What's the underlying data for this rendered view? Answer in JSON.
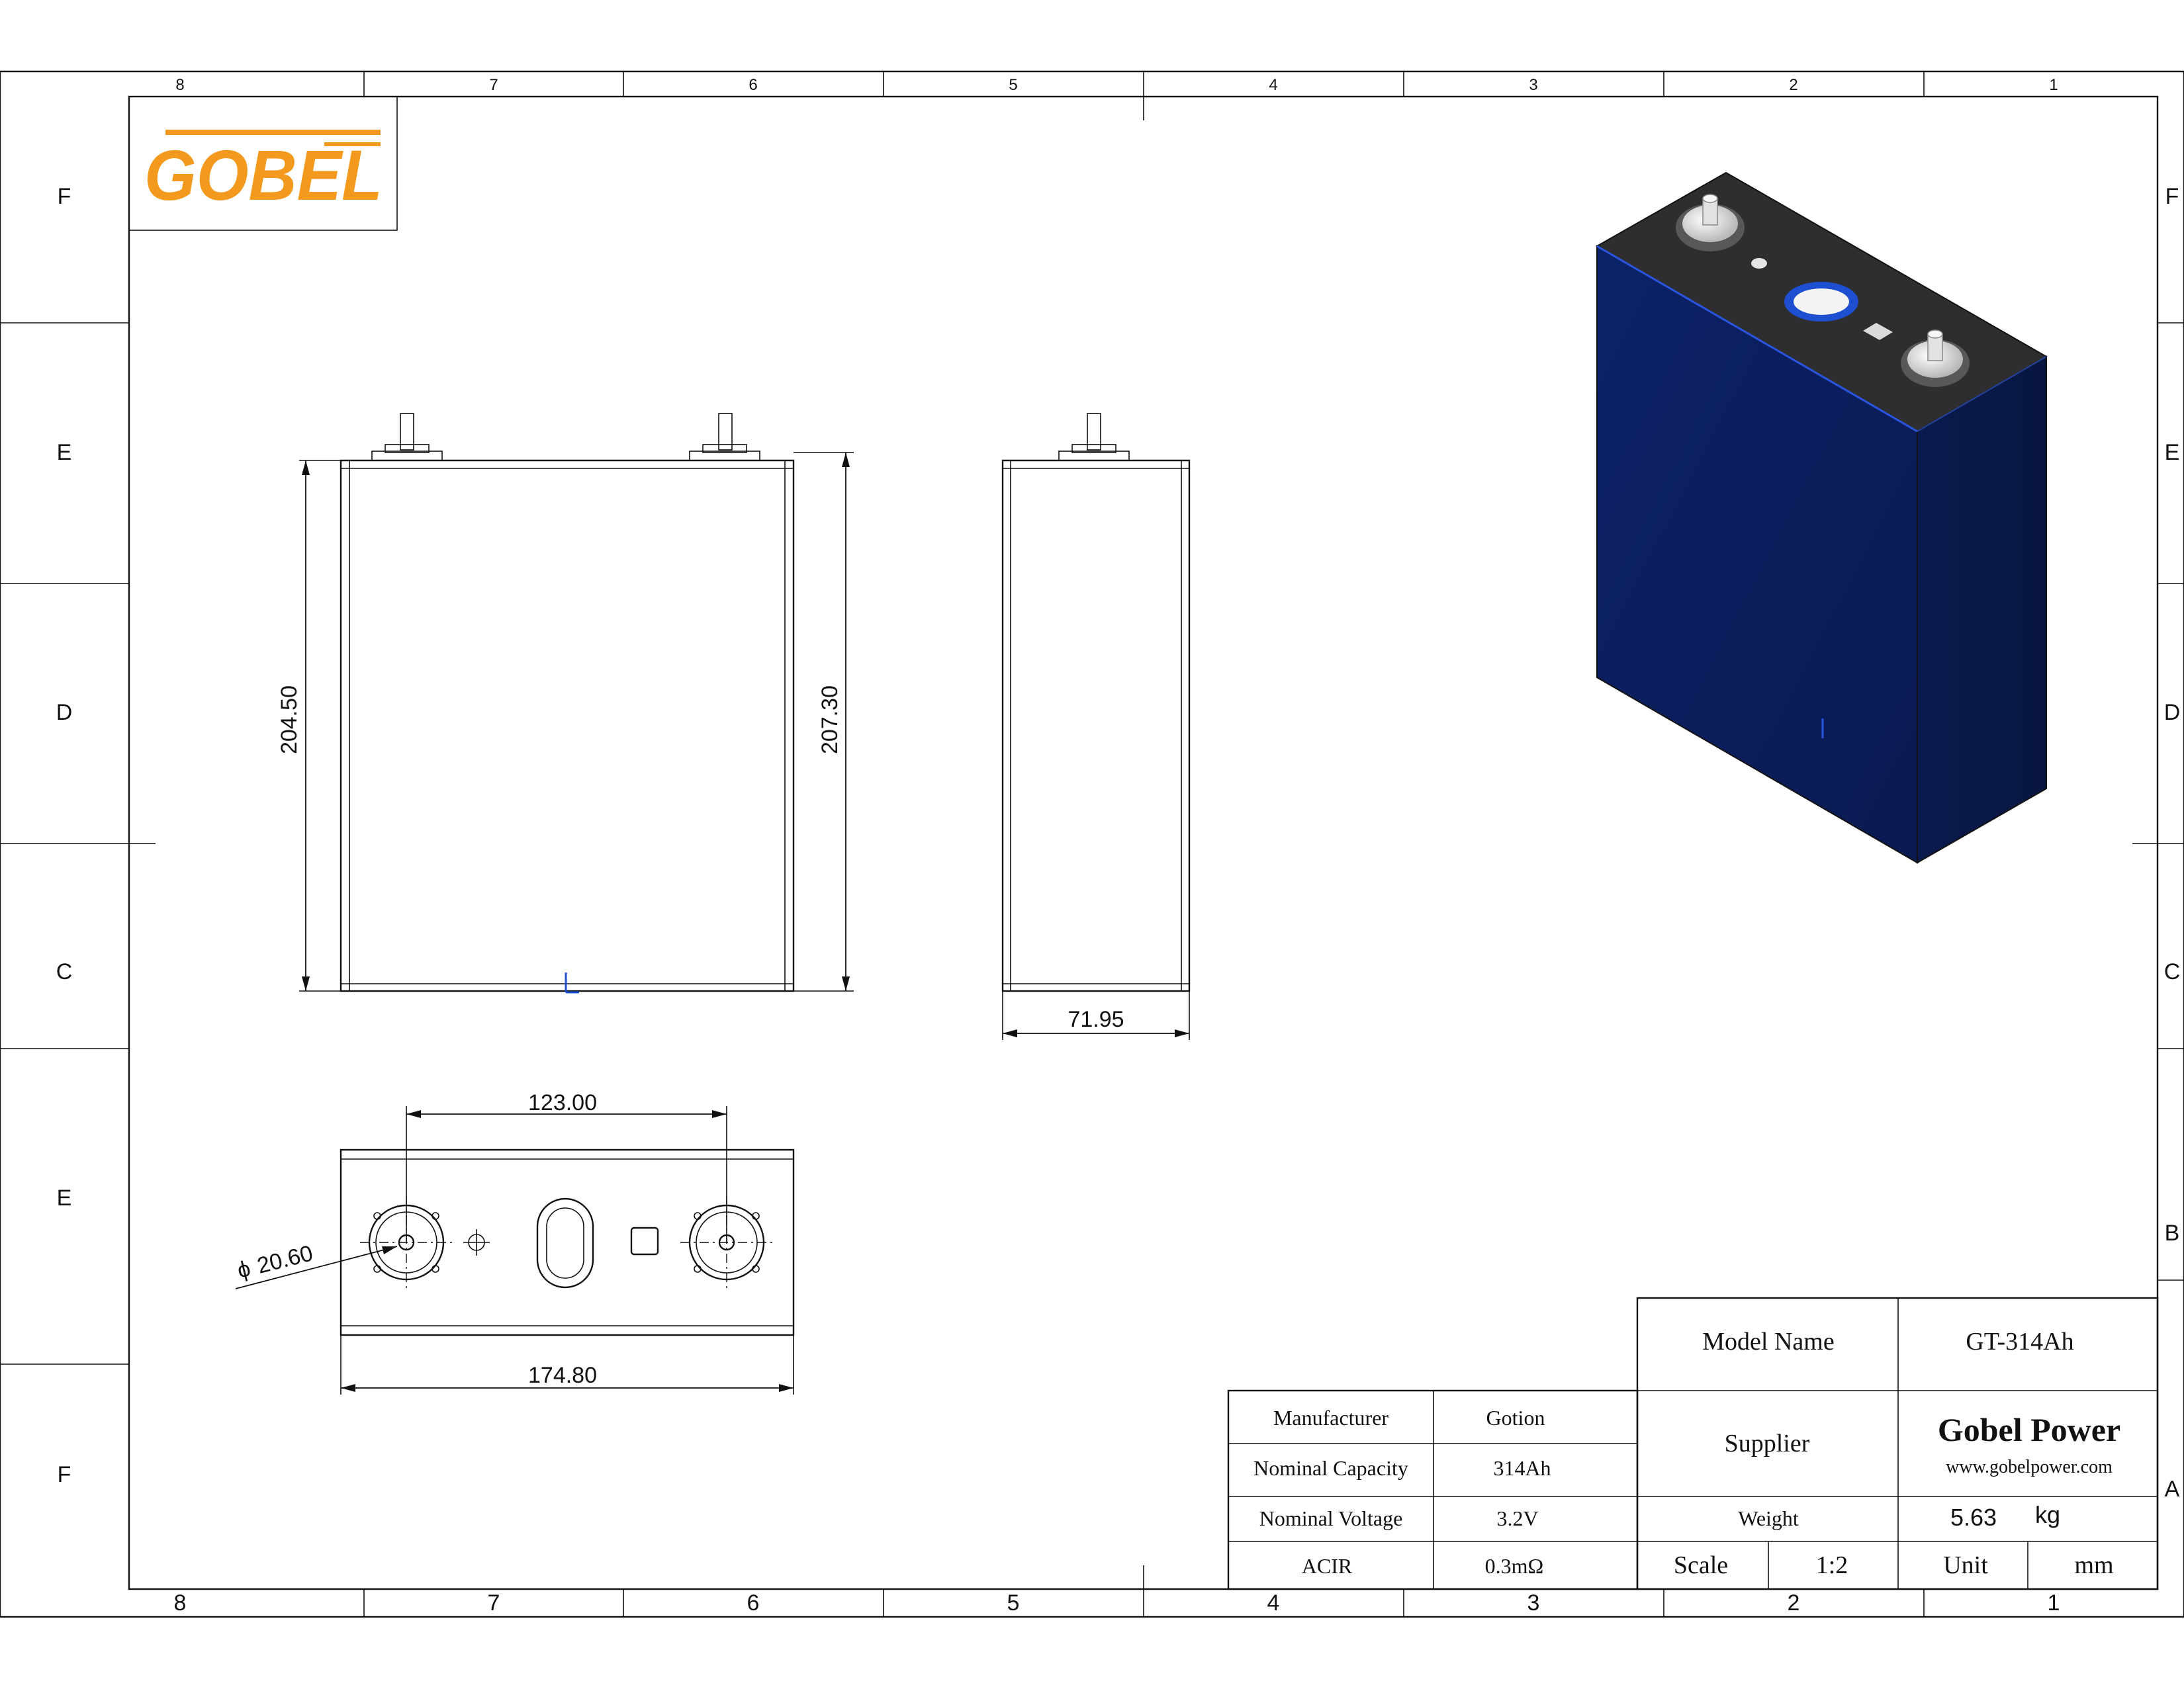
{
  "zones": {
    "top_columns": [
      "8",
      "7",
      "6",
      "5",
      "4",
      "3",
      "2",
      "1"
    ],
    "bottom_columns": [
      "8",
      "7",
      "6",
      "5",
      "4",
      "3",
      "2",
      "1"
    ],
    "left_rows": [
      "F",
      "E",
      "D",
      "C",
      "E",
      "F"
    ],
    "right_rows": [
      "F",
      "E",
      "D",
      "C",
      "B",
      "A"
    ]
  },
  "logo": {
    "text": "GOBEL",
    "color": "#F39A1E"
  },
  "dimensions": {
    "front_height_left": "204.50",
    "front_height_right": "207.30",
    "side_thickness": "71.95",
    "terminal_pitch": "123.00",
    "terminal_diameter": "20.60",
    "top_width": "174.80",
    "diameter_symbol": "ϕ"
  },
  "render_colors": {
    "cell_body": "#0B1E5A",
    "cell_top": "#2E2E30",
    "vent_blue": "#1E4FD0"
  },
  "title_block": {
    "model_name_label": "Model Name",
    "model_name_value": "GT-314Ah",
    "manufacturer_label": "Manufacturer",
    "manufacturer_value": "Gotion",
    "capacity_label": "Nominal Capacity",
    "capacity_value": "314Ah",
    "voltage_label": "Nominal Voltage",
    "voltage_value": "3.2V",
    "acir_label": "ACIR",
    "acir_value": "0.3mΩ",
    "supplier_label": "Supplier",
    "supplier_name": "Gobel Power",
    "supplier_url": "www.gobelpower.com",
    "weight_label": "Weight",
    "weight_value": "5.63",
    "weight_unit": "kg",
    "scale_label": "Scale",
    "scale_value": "1:2",
    "unit_label": "Unit",
    "unit_value": "mm"
  }
}
